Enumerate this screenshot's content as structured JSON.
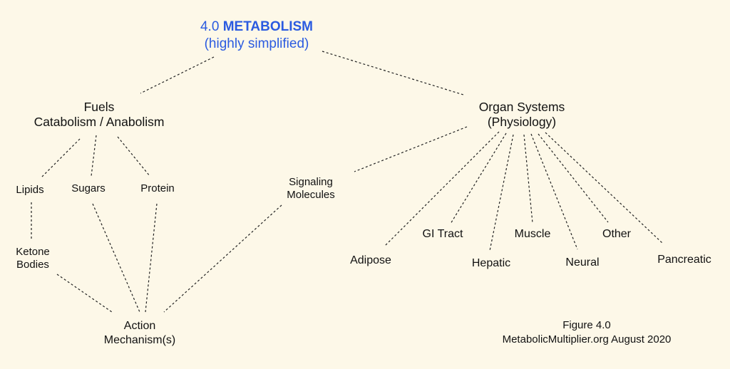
{
  "title": {
    "number": "4.0",
    "main": "METABOLISM",
    "sub": "(highly simplified)",
    "color": "#2b5be0"
  },
  "nodes": {
    "fuels": {
      "line1": "Fuels",
      "line2": "Catabolism / Anabolism"
    },
    "organ_systems": {
      "line1": "Organ Systems",
      "line2": "(Physiology)"
    },
    "lipids": "Lipids",
    "sugars": "Sugars",
    "protein": "Protein",
    "ketone_bodies": {
      "line1": "Ketone",
      "line2": "Bodies"
    },
    "signaling_molecules": {
      "line1": "Signaling",
      "line2": "Molecules"
    },
    "action_mechanisms": {
      "line1": "Action",
      "line2": "Mechanism(s)"
    },
    "adipose": "Adipose",
    "gi_tract": "GI Tract",
    "hepatic": "Hepatic",
    "muscle": "Muscle",
    "neural": "Neural",
    "other": "Other",
    "pancreatic": "Pancreatic"
  },
  "caption": {
    "line1": "Figure 4.0",
    "line2": "MetabolicMultiplier.org August 2020"
  },
  "colors": {
    "background": "#fdf8e8",
    "text": "#111111",
    "connector": "#222222"
  }
}
